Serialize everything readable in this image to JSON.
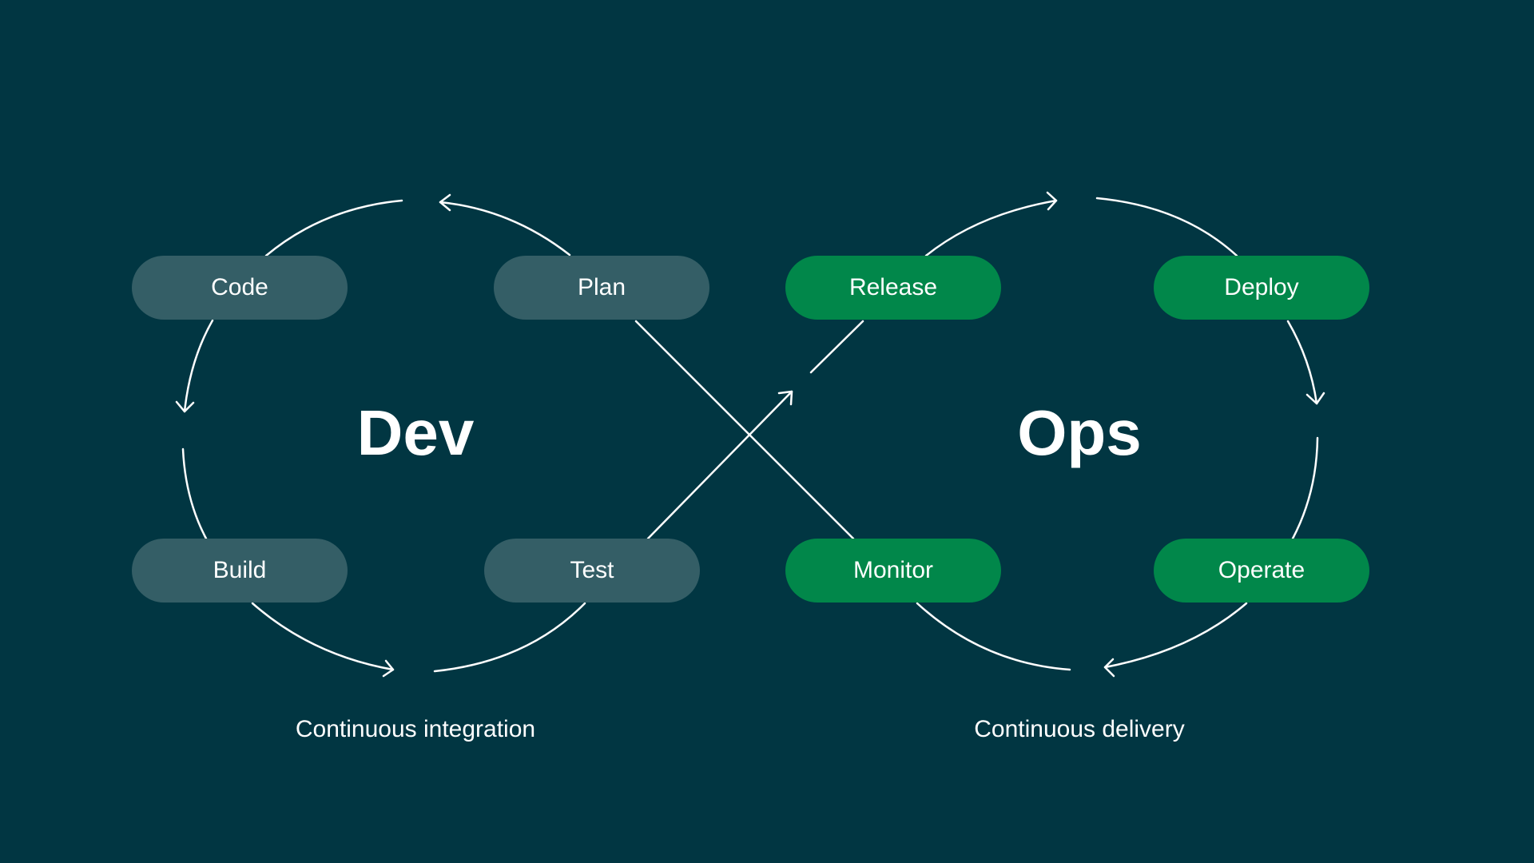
{
  "dev": {
    "title": "Dev",
    "caption": "Continuous integration",
    "stages": {
      "code": "Code",
      "plan": "Plan",
      "build": "Build",
      "test": "Test"
    }
  },
  "ops": {
    "title": "Ops",
    "caption": "Continuous delivery",
    "stages": {
      "release": "Release",
      "deploy": "Deploy",
      "monitor": "Monitor",
      "operate": "Operate"
    }
  },
  "colors": {
    "background": "#013642",
    "dev_stage": "#345e66",
    "ops_stage": "#01874a",
    "line": "#ffffff",
    "text": "#ffffff"
  }
}
